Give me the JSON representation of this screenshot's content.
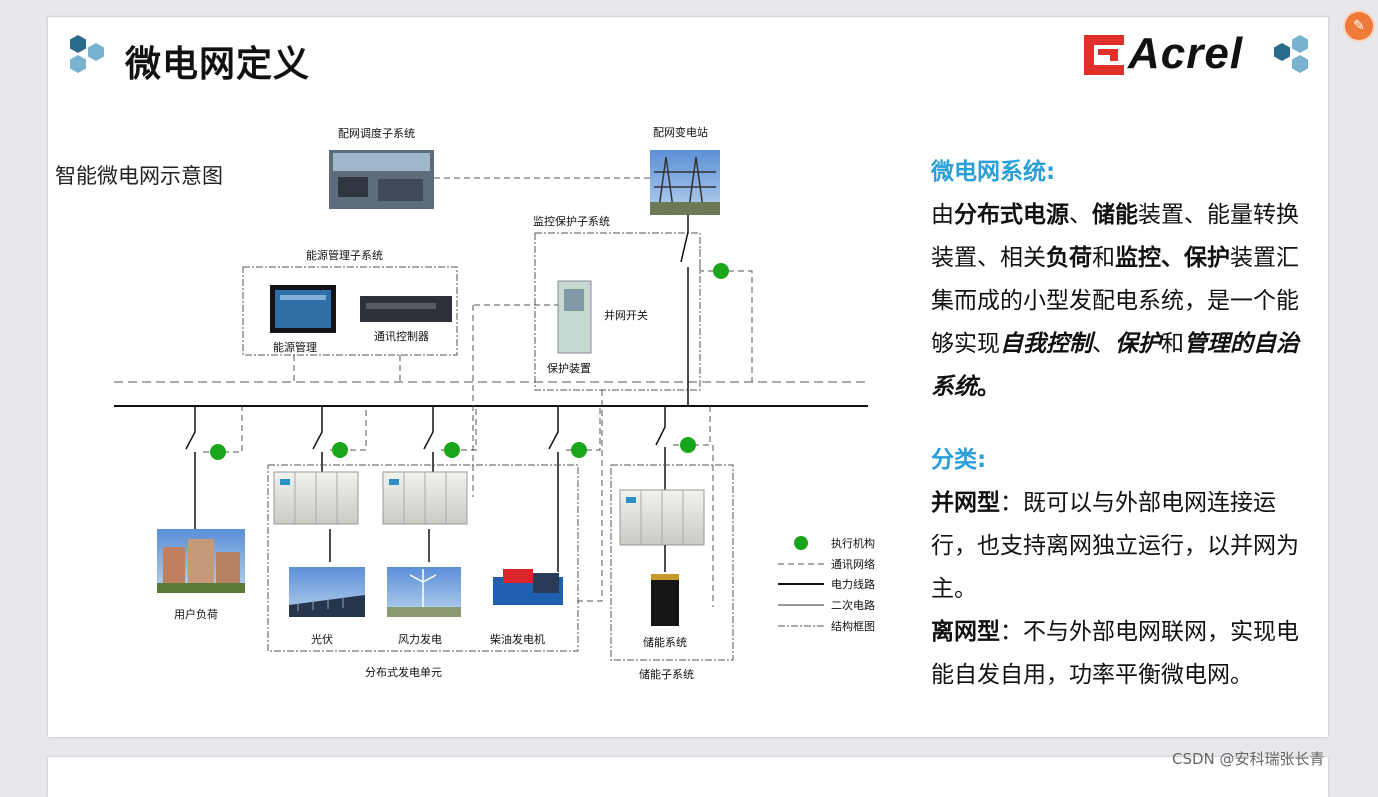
{
  "slide": {
    "title": "微电网定义",
    "logo_text": "Acrel",
    "subtitle": "智能微电网示意图"
  },
  "diagram": {
    "labels": {
      "dispatch": "配网调度子系统",
      "substation": "配网变电站",
      "monitor": "监控保护子系统",
      "energy_sub": "能源管理子系统",
      "energy_mgmt": "能源管理",
      "comm_ctrl": "通讯控制器",
      "grid_switch": "并网开关",
      "protect": "保护装置",
      "user_load": "用户负荷",
      "pv": "光伏",
      "wind": "风力发电",
      "diesel": "柴油发电机",
      "dist_unit": "分布式发电单元",
      "storage": "储能系统",
      "storage_sub": "储能子系统"
    },
    "legend": [
      "执行机构",
      "通讯网络",
      "电力线路",
      "二次电路",
      "结构框图"
    ],
    "colors": {
      "actuator": "#1aa61a"
    }
  },
  "description": {
    "heading1": "微电网系统:",
    "p1_pre": "由",
    "p1_b1": "分布式电源",
    "p1_s1": "、",
    "p1_b2": "储能",
    "p1_s2": "装置、能量转换装置、相关",
    "p1_b3": "负荷",
    "p1_s3": "和",
    "p1_b4": "监控、保护",
    "p1_s4": "装置汇集而成的小型发配电系统，是一个能够实现",
    "p1_i1": "自我控制",
    "p1_s5": "、",
    "p1_i2": "保护",
    "p1_s6": "和",
    "p1_i3": "管理的自治系统",
    "p1_end": "。",
    "heading2": "分类:",
    "p2_b": "并网型",
    "p2_t": "：既可以与外部电网连接运行，也支持离网独立运行，以并网为主。",
    "p3_b": "离网型",
    "p3_t": "：不与外部电网联网，实现电能自发自用，功率平衡微电网。"
  },
  "watermark": "CSDN @安科瑞张长青",
  "colors": {
    "heading": "#2a9fd8",
    "logo_red": "#e0302a",
    "hex_dark": "#2a6a8a",
    "hex_light": "#7ab3cf"
  }
}
